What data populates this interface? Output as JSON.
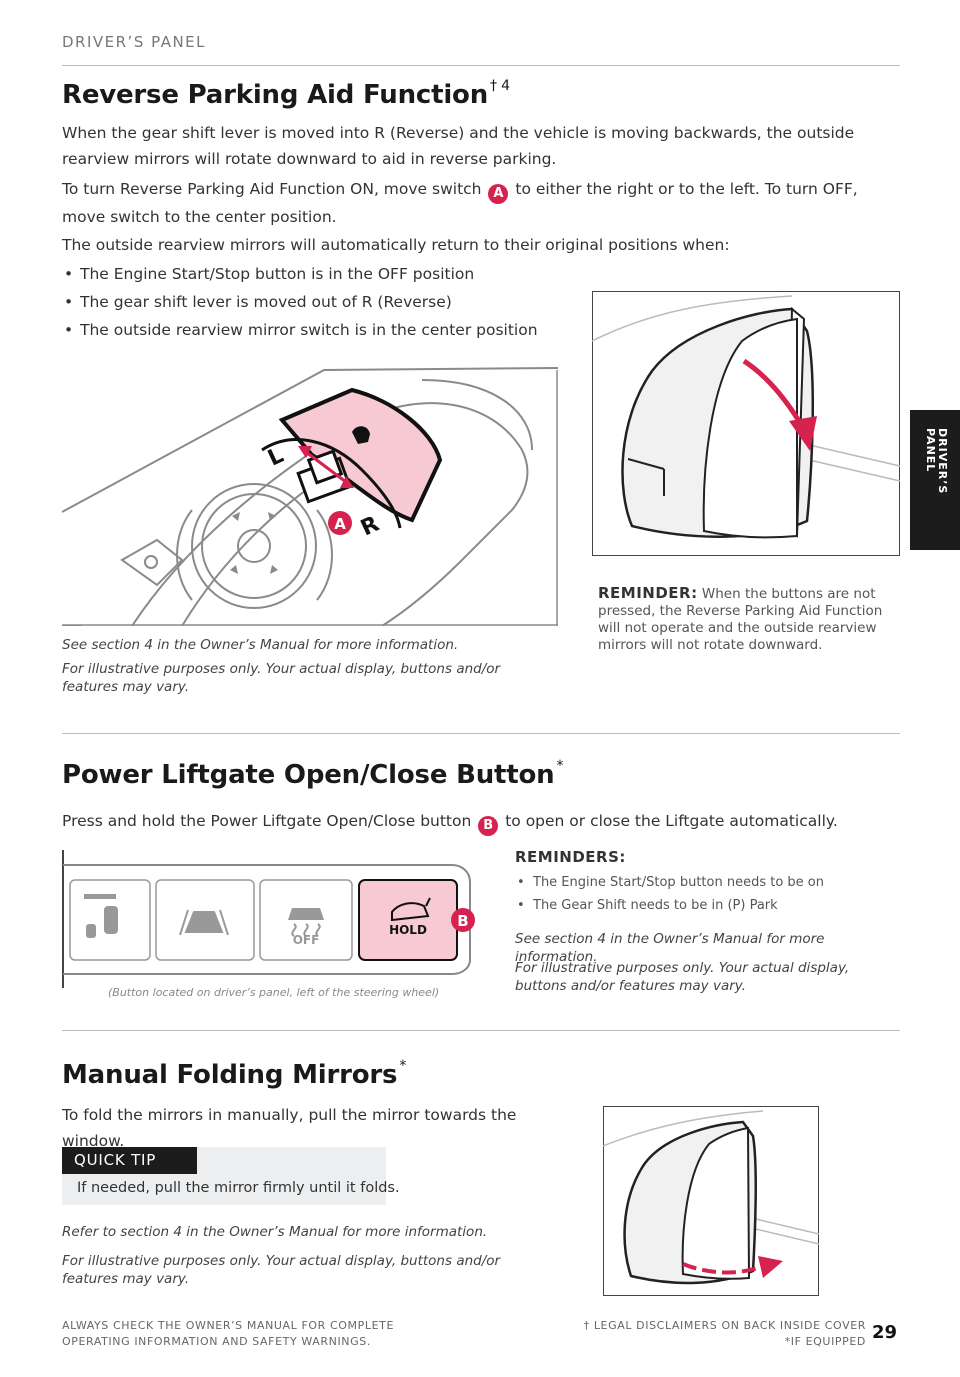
{
  "header": {
    "title": "DRIVER’S PANEL"
  },
  "side_tab": {
    "label": "DRIVER’S\nPANEL"
  },
  "section1": {
    "title": "Reverse Parking Aid Function",
    "title_mark": "† 4",
    "para1": "When the gear shift lever is moved into R (Reverse) and the vehicle is moving backwards, the outside rearview mirrors will rotate downward to aid in reverse parking.",
    "para2_before": "To turn Reverse Parking Aid Function ON, move switch",
    "para2_badge": "A",
    "para2_after": "to either the right or to the left. To turn OFF, move switch to the center position.",
    "para3": "The outside rearview mirrors will automatically return to their original positions when:",
    "bullets": [
      "The Engine Start/Stop button is in the OFF position",
      "The gear shift lever is moved out of R (Reverse)",
      "The outside rearview mirror switch is in the center position"
    ],
    "switch_labels": {
      "left": "L",
      "right": "R",
      "callout": "A"
    },
    "caption1": "See section 4 in the Owner’s Manual for more information.",
    "caption2": "For illustrative purposes only. Your actual display, buttons and/or features may vary.",
    "reminder_label": "REMINDER:",
    "reminder_text": "When the buttons are not pressed, the Reverse Parking Aid Function will not operate and the outside rearview mirrors will not rotate downward."
  },
  "section2": {
    "title": "Power Liftgate Open/Close Button",
    "title_mark": "*",
    "para_before": "Press and hold the Power Liftgate Open/Close button",
    "para_badge": "B",
    "para_after": "to open or close the Liftgate automatically.",
    "panel_labels": {
      "off": "OFF",
      "hold": "HOLD",
      "callout": "B"
    },
    "panel_caption": "(Button located on driver’s panel, left of the steering wheel)",
    "reminders_label": "REMINDERS:",
    "reminders": [
      "The Engine Start/Stop button needs to be on",
      "The Gear Shift needs to be in (P) Park"
    ],
    "caption1": "See section 4 in the Owner’s Manual for more information.",
    "caption2": "For illustrative purposes only. Your actual display, buttons and/or features may vary."
  },
  "section3": {
    "title": "Manual Folding Mirrors",
    "title_mark": "*",
    "para": "To fold the mirrors in manually, pull the mirror towards the window.",
    "tip_label": "QUICK TIP",
    "tip_text": "If needed, pull the mirror firmly until it folds.",
    "caption1": "Refer to section 4 in the Owner’s Manual for more information.",
    "caption2": "For illustrative purposes only. Your actual display, buttons and/or features may vary."
  },
  "footer": {
    "left_line1": "ALWAYS CHECK THE OWNER’S MANUAL FOR COMPLETE",
    "left_line2": "OPERATING INFORMATION AND SAFETY WARNINGS.",
    "right_line1": "† LEGAL DISCLAIMERS ON BACK INSIDE COVER",
    "right_line2": "*IF EQUIPPED",
    "page_number": "29"
  },
  "colors": {
    "accent": "#d6224f",
    "pink_fill": "#f7c9d3",
    "tab_bg": "#1c1c1c"
  }
}
